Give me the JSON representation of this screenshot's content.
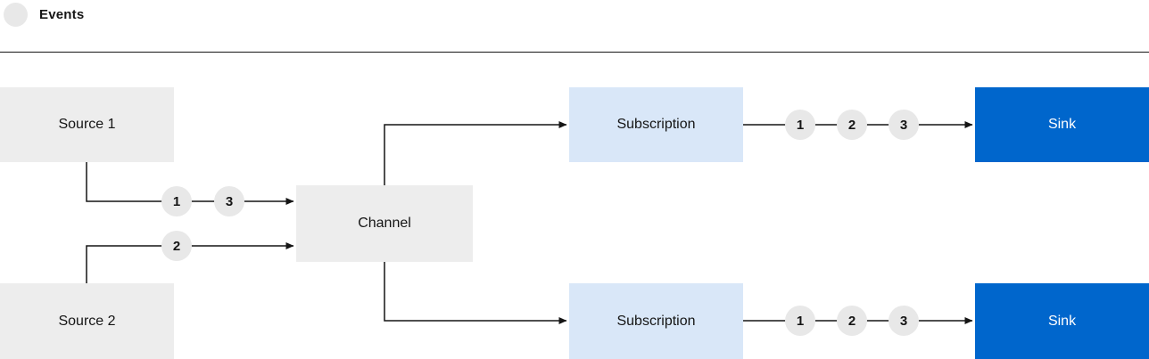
{
  "legend": {
    "icon": "event-circle-icon",
    "label": "Events"
  },
  "diagram": {
    "source1": {
      "label": "Source 1"
    },
    "source2": {
      "label": "Source 2"
    },
    "channel": {
      "label": "Channel"
    },
    "subscription_top": {
      "label": "Subscription"
    },
    "subscription_bottom": {
      "label": "Subscription"
    },
    "sink_top": {
      "label": "Sink"
    },
    "sink_bottom": {
      "label": "Sink"
    },
    "events_source1_line": [
      "1",
      "3"
    ],
    "events_source2_line": [
      "2"
    ],
    "events_top_line": [
      "1",
      "2",
      "3"
    ],
    "events_bottom_line": [
      "1",
      "2",
      "3"
    ]
  },
  "colors": {
    "background": "#ffffff",
    "node_gray": "#ededed",
    "node_light_blue": "#d9e7f8",
    "node_blue": "#0066cc",
    "event_circle": "#e8e8e8",
    "line": "#151515",
    "text_dark": "#151515",
    "text_light": "#ffffff"
  }
}
